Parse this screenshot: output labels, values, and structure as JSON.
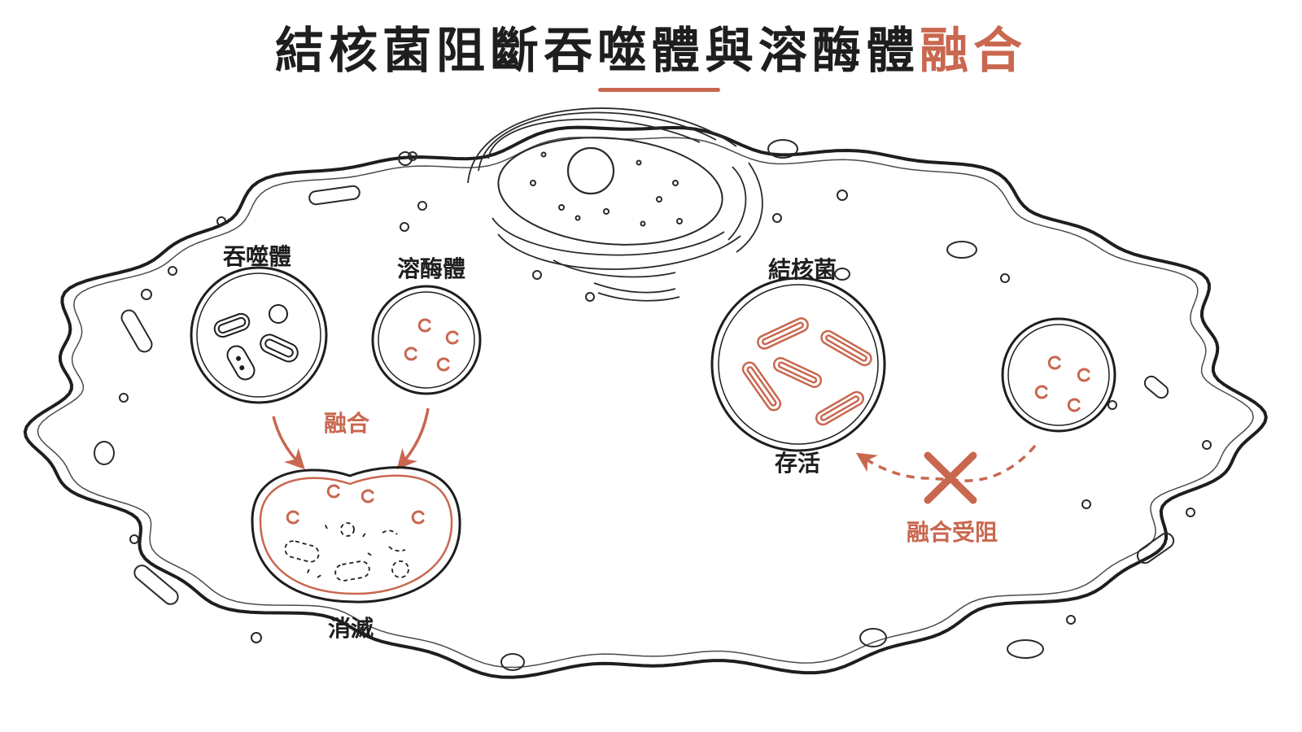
{
  "title": {
    "main": "結核菌阻斷吞噬體與溶酶體",
    "accent": "融合"
  },
  "labels": {
    "phagosome": "吞噬體",
    "lysosome": "溶酶體",
    "fusion": "融合",
    "destroyed": "消滅",
    "tb": "結核菌",
    "survive": "存活",
    "fusion_blocked": "融合受阻"
  },
  "colors": {
    "accent": "#c9674f",
    "ink": "#1e1e1e",
    "outline": "#2a2a2a"
  }
}
